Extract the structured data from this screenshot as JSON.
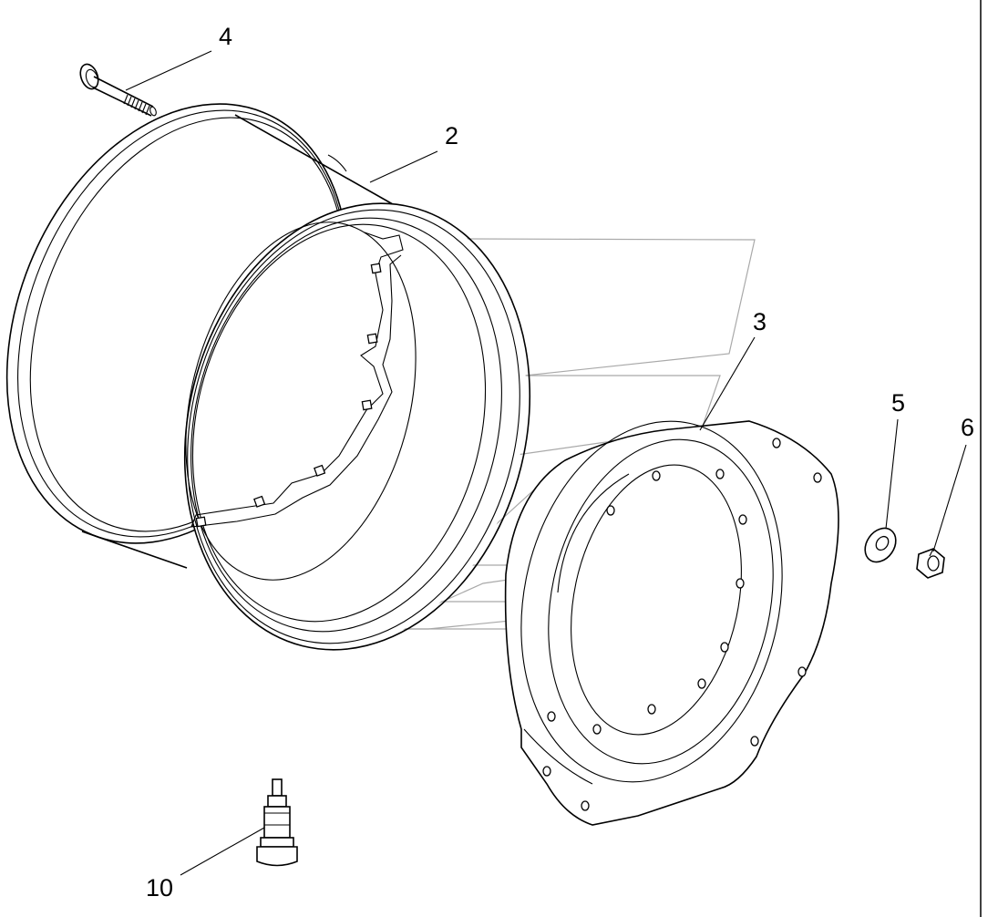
{
  "diagram": {
    "callouts": [
      {
        "id": "callout-4",
        "label": "4"
      },
      {
        "id": "callout-2",
        "label": "2"
      },
      {
        "id": "callout-3",
        "label": "3"
      },
      {
        "id": "callout-5",
        "label": "5"
      },
      {
        "id": "callout-6",
        "label": "6"
      },
      {
        "id": "callout-10",
        "label": "10"
      }
    ],
    "parts": [
      "bolt",
      "wheel-rim",
      "wheel-disc",
      "washer",
      "nut",
      "tire-valve"
    ],
    "colors": {
      "line": "#000000",
      "watermark": "#a9a9a9",
      "background": "#ffffff"
    }
  }
}
